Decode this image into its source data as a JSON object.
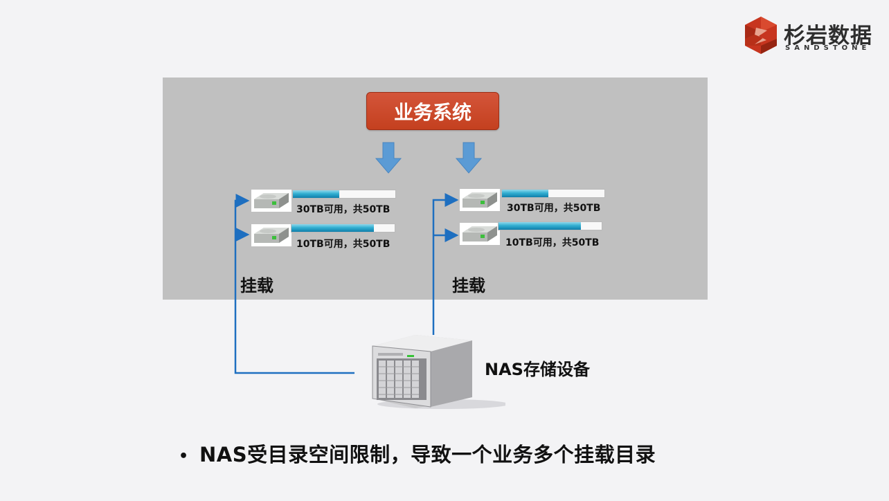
{
  "logo": {
    "name_cn": "杉岩数据",
    "name_en": "SANDSTONE",
    "colors": {
      "outer": "#c7351f",
      "inner": "#e8a48f"
    }
  },
  "diagram": {
    "business_system": "业务系统",
    "mount_label_left": "挂载",
    "mount_label_right": "挂载",
    "nas_label": "NAS存储设备",
    "disks_left": [
      {
        "caption": "30TB可用，共50TB",
        "used_fraction": 0.45
      },
      {
        "caption": "10TB可用，共50TB",
        "used_fraction": 0.8
      }
    ],
    "disks_right": [
      {
        "caption": "30TB可用，共50TB",
        "used_fraction": 0.45
      },
      {
        "caption": "10TB可用，共50TB",
        "used_fraction": 0.8
      }
    ],
    "colors": {
      "panel_bg": "#c0c0c0",
      "business_box": "#c9452a",
      "arrow": "#5b9bd5",
      "connector": "#1e6fc0"
    }
  },
  "bullet": {
    "marker": "•",
    "text": "NAS受目录空间限制，导致一个业务多个挂载目录"
  }
}
